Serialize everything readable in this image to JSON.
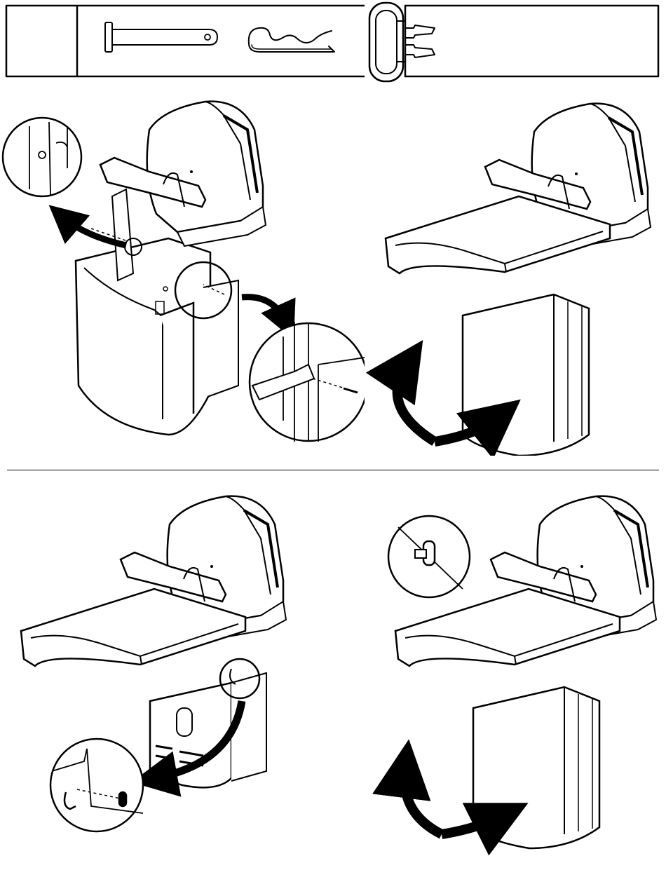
{
  "colors": {
    "ink": "#000000",
    "paper": "#ffffff",
    "seat_top": "#f4f4f4",
    "shadow": "#d9d9d9"
  },
  "parts_box": {
    "parts": [
      {
        "icon": "clevis-pin-icon"
      },
      {
        "icon": "hairpin-clip-icon"
      },
      {
        "icon": "plastic-push-clip-icon"
      }
    ]
  },
  "steps": [
    {
      "icon": "seat-remove-pins-illustration"
    },
    {
      "icon": "seat-lowered-illustration"
    },
    {
      "icon": "seat-insert-hairpin-illustration"
    },
    {
      "icon": "seat-install-clip-illustration"
    }
  ]
}
